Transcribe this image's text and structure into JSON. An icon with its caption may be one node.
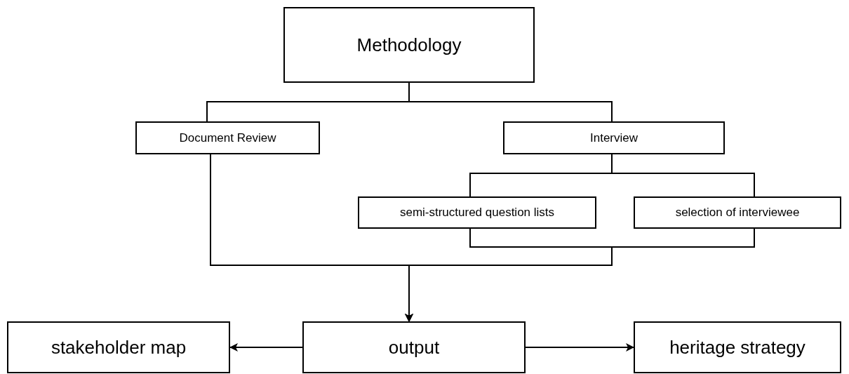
{
  "diagram": {
    "nodes": [
      {
        "text": [
          "Methodology"
        ]
      },
      {
        "text": [
          "Document Review"
        ]
      },
      {
        "text": [
          "Interview"
        ]
      },
      {
        "text": [
          "semi-structured question lists"
        ]
      },
      {
        "text": [
          "selection of interviewee"
        ]
      },
      {
        "text": [
          "output"
        ]
      },
      {
        "text": [
          "stakeholder map"
        ]
      },
      {
        "text": [
          "heritage strategy"
        ]
      }
    ],
    "edges": [
      {
        "from": 0,
        "to": 1,
        "arrow": "none"
      },
      {
        "from": 0,
        "to": 2,
        "arrow": "none"
      },
      {
        "from": 2,
        "to": 3,
        "arrow": "none"
      },
      {
        "from": 2,
        "to": 4,
        "arrow": "none"
      },
      {
        "from": 1,
        "to": 5,
        "arrow": "to"
      },
      {
        "from": 3,
        "to": 5,
        "arrow": "to"
      },
      {
        "from": 4,
        "to": 5,
        "arrow": "to"
      },
      {
        "from": 5,
        "to": 6,
        "arrow": "to"
      },
      {
        "from": 5,
        "to": 7,
        "arrow": "to"
      }
    ]
  }
}
